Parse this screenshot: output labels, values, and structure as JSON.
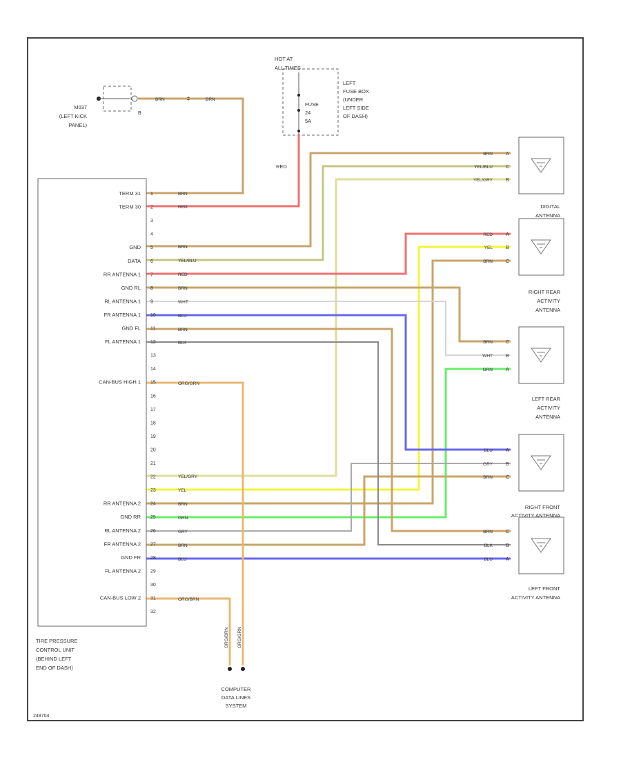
{
  "colors": {
    "BRN": "#c8a46a",
    "RED": "#f07070",
    "YEL_BLU": "#c6c682",
    "YEL_GRY": "#dede98",
    "YEL": "#f4f438",
    "WHT": "#d4d4d4",
    "BLU": "#6666ee",
    "BLK": "#888888",
    "GRN": "#66ee66",
    "GRY": "#aaaaaa",
    "ORG_GRN": "#e8b870",
    "ORG_BRN": "#e8b870"
  },
  "labels": {
    "ground": [
      "M037",
      "(LEFT KICK",
      "PANEL)"
    ],
    "hot_at": [
      "HOT AT",
      "ALL TIMES"
    ],
    "fuse": [
      "FUSE",
      "24",
      "5A"
    ],
    "fuse_box": [
      "LEFT",
      "FUSE BOX",
      "(UNDER",
      "LEFT SIDE",
      "OF DASH)"
    ],
    "red_wire": "RED",
    "control_unit": [
      "TIRE PRESSURE",
      "CONTROL UNIT",
      "(BEHIND LEFT",
      "END OF DASH)"
    ],
    "computer_data": [
      "COMPUTER",
      "DATA LINES",
      "SYSTEM"
    ],
    "digital_antenna": [
      "DIGITAL",
      "ANTENNA"
    ],
    "right_rear": [
      "RIGHT REAR",
      "ACTIVITY",
      "ANTENNA"
    ],
    "left_rear": [
      "LEFT REAR",
      "ACTIVITY",
      "ANTENNA"
    ],
    "right_front": [
      "RIGHT FRONT",
      "ACTIVITY ANTENNA"
    ],
    "left_front": [
      "LEFT FRONT",
      "ACTIVITY ANTENNA"
    ],
    "footer_code": "248704"
  },
  "pins": [
    {
      "pin": "1",
      "label": "TERM 31"
    },
    {
      "pin": "2",
      "label": "TERM 30"
    },
    {
      "pin": "3",
      "label": ""
    },
    {
      "pin": "4",
      "label": ""
    },
    {
      "pin": "5",
      "label": "GND"
    },
    {
      "pin": "6",
      "label": "DATA"
    },
    {
      "pin": "7",
      "label": "RR ANTENNA 1"
    },
    {
      "pin": "8",
      "label": "GND RL"
    },
    {
      "pin": "9",
      "label": "RL ANTENNA 1"
    },
    {
      "pin": "10",
      "label": "FR ANTENNA 1"
    },
    {
      "pin": "11",
      "label": "GND FL"
    },
    {
      "pin": "12",
      "label": "FL ANTENNA 1"
    },
    {
      "pin": "13",
      "label": ""
    },
    {
      "pin": "14",
      "label": ""
    },
    {
      "pin": "15",
      "label": "CAN-BUS HIGH 1"
    },
    {
      "pin": "16",
      "label": ""
    },
    {
      "pin": "17",
      "label": ""
    },
    {
      "pin": "18",
      "label": ""
    },
    {
      "pin": "19",
      "label": ""
    },
    {
      "pin": "20",
      "label": ""
    },
    {
      "pin": "21",
      "label": ""
    },
    {
      "pin": "22",
      "label": ""
    },
    {
      "pin": "23",
      "label": ""
    },
    {
      "pin": "24",
      "label": "RR ANTENNA 2"
    },
    {
      "pin": "25",
      "label": "GND RR"
    },
    {
      "pin": "26",
      "label": "RL ANTENNA 2"
    },
    {
      "pin": "27",
      "label": "FR ANTENNA 2"
    },
    {
      "pin": "28",
      "label": "GND FR"
    },
    {
      "pin": "29",
      "label": "FL ANTENNA 2"
    },
    {
      "pin": "30",
      "label": ""
    },
    {
      "pin": "31",
      "label": "CAN-BUS LOW 2"
    },
    {
      "pin": "32",
      "label": ""
    }
  ],
  "wire_labels": {
    "ground_1": "BRN",
    "ground_2": "BRN",
    "p1": "BRN",
    "p2": "RED",
    "p5": "BRN",
    "p6": "YEL/BLU",
    "p7": "RED",
    "p8": "BRN",
    "p9": "WHT",
    "p10": "BLU",
    "p11": "BRN",
    "p12": "BLK",
    "p15": "ORG/GRN",
    "p22": "YEL/GRY",
    "p23": "YEL",
    "p24": "BRN",
    "p25": "GRN",
    "p26": "GRY",
    "p27": "BRN",
    "p28": "BLU",
    "p31": "ORG/BRN",
    "dig1": "BRN",
    "dig2": "YEL/BLU",
    "dig3": "YEL/GRY",
    "rr1": "RED",
    "rr2": "YEL",
    "rr3": "BRN",
    "lr1": "BRN",
    "lr2": "WHT",
    "lr3": "GRN",
    "rf1": "BLU",
    "rf2": "GRY",
    "rf3": "BRN",
    "lf1": "BRN",
    "lf2": "BLK",
    "lf3": "BLU",
    "cd1": "ORG/BRN",
    "cd2": "ORG/GRN"
  }
}
